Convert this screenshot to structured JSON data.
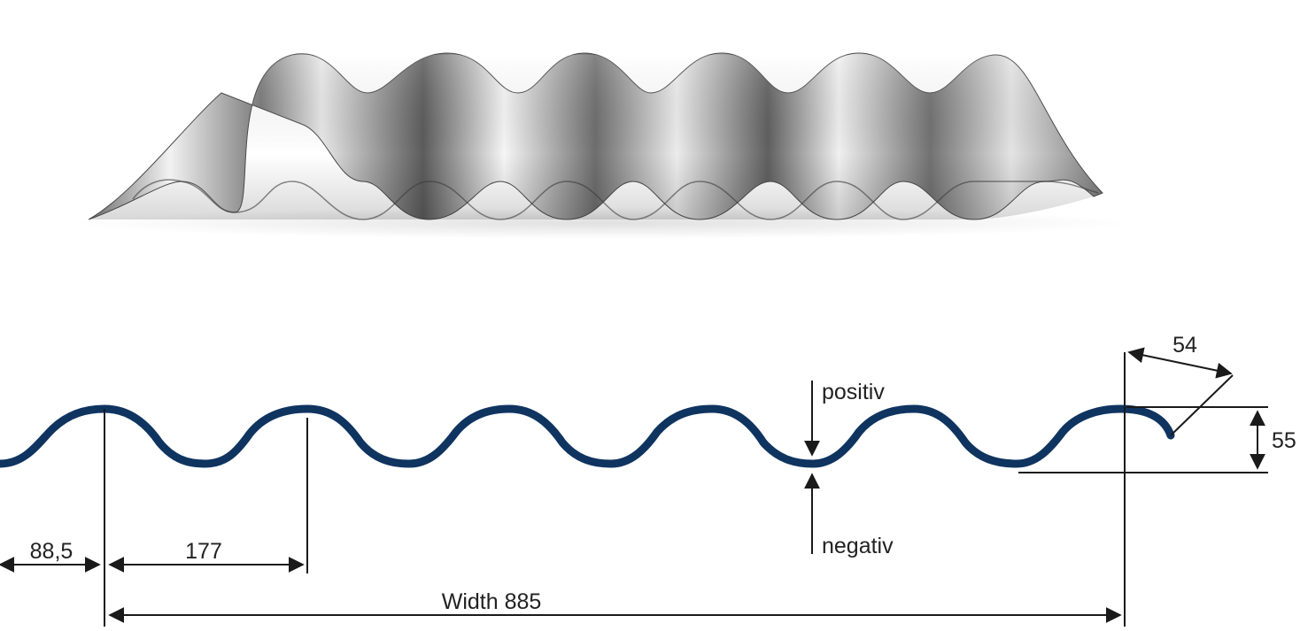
{
  "diagram": {
    "labels": {
      "half_pitch": "88,5",
      "pitch": "177",
      "width": "Width 885",
      "positiv": "positiv",
      "negativ": "negativ",
      "radius": "54",
      "height": "55"
    },
    "colors": {
      "profile": "#0f3460",
      "dimension": "#1a1a1a",
      "metal_light": "#f4f4f4",
      "metal_dark": "#5a5a5a"
    }
  }
}
